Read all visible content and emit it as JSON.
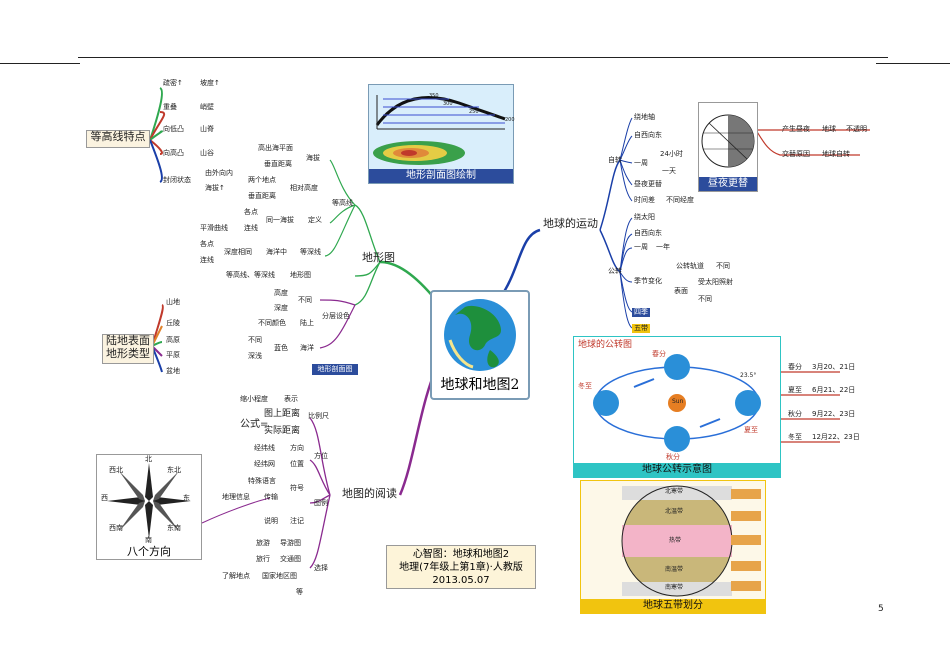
{
  "center": {
    "title": "地球和地图2"
  },
  "branches": {
    "contour": "地形图",
    "reading": "地图的阅读",
    "motion": "地球的运动"
  },
  "contour_features": {
    "title": "等高线特点",
    "items": [
      "疏密↑",
      "坡度↑",
      "重叠",
      "峭壁",
      "向低凸",
      "山脊",
      "向高凸",
      "山谷",
      "封闭状态",
      "由外向内",
      "海拔↑"
    ]
  },
  "landforms": {
    "title": "陆地表面地形类型",
    "items": [
      "山地",
      "丘陵",
      "高原",
      "平原",
      "盆地"
    ]
  },
  "compass": {
    "caption": "八个方向",
    "dirs": [
      "北",
      "东北",
      "东",
      "东南",
      "南",
      "西南",
      "西",
      "西北"
    ]
  },
  "terrain": {
    "contour_line": "等高线",
    "elevation": "海拔",
    "above_sea": "高出海平面",
    "vertical_distance": "垂直距离",
    "relative_height": "相对高度",
    "two_points": "两个地点",
    "vertical_distance2": "垂直距离",
    "definition": "定义",
    "same_elev": "同一海拔",
    "points": "各点",
    "line": "连线",
    "smooth_curve": "平滑曲线",
    "depth_same": "深度相同",
    "sea_level": "海洋中",
    "isobath": "等深线",
    "points2": "各点",
    "line2": "连线",
    "contour_map": "等高线、等深线",
    "topo_map": "地形图",
    "height": "高度",
    "depth": "深度",
    "different": "不同",
    "layer_color": "分层设色",
    "diff_color": "不同颜色",
    "land": "陆上",
    "different2": "不同",
    "blue": "蓝色",
    "ocean": "海洋",
    "depth2": "深浅",
    "section_caption": "地形剖面图"
  },
  "reading": {
    "scale": "比例尺",
    "shrink": "缩小程度",
    "indicate": "表示",
    "formula": "公式=",
    "map_dist": "图上距离",
    "real_dist": "实际距离",
    "direction": "方位",
    "longitude": "经纬线",
    "dir": "方向",
    "latlon": "经纬网",
    "pos": "位置",
    "legend": "图例",
    "special": "特殊语言",
    "symbol": "符号",
    "geo_info": "地理信息",
    "convey": "传输",
    "note": "注记",
    "explain": "说明",
    "select": "选择",
    "travel": "旅游",
    "guide": "导游图",
    "trip": "旅行",
    "traffic": "交通图",
    "understand": "了解地点",
    "country": "国家地区图",
    "etc": "等"
  },
  "motion": {
    "rotation": "自转",
    "axis": "绕地轴",
    "west_east": "自西向东",
    "cycle": "一周",
    "hours24": "24小时",
    "day": "一天",
    "day_night": "昼夜更替",
    "time_diff": "时间差",
    "diff_lon": "不同经度",
    "revolution": "公转",
    "around_sun": "绕太阳",
    "west_east2": "自西向东",
    "cycle2": "一周",
    "year": "一年",
    "orbit": "公转轨道",
    "not_same": "不同",
    "season": "季节变化",
    "surface": "表面",
    "sunlight": "受太阳照射",
    "not_same2": "不同",
    "four_seasons": "四季",
    "five_zones": "五带"
  },
  "daynight": {
    "caption": "昼夜更替",
    "row1": [
      "产生昼夜",
      "地球",
      "不透明"
    ],
    "row2": [
      "交替原因",
      "地球自转"
    ]
  },
  "section_chart": {
    "caption": "地形剖面图绘制",
    "ticks": [
      "350",
      "300",
      "250",
      "200"
    ]
  },
  "revolution_fig": {
    "title": "地球的公转图",
    "caption": "地球公转示意图",
    "labels": [
      "春分",
      "夏至",
      "秋分",
      "冬至",
      "Sun",
      "23.5°"
    ],
    "dates": [
      [
        "春分",
        "3月20、21日"
      ],
      [
        "夏至",
        "6月21、22日"
      ],
      [
        "秋分",
        "9月22、23日"
      ],
      [
        "冬至",
        "12月22、23日"
      ]
    ]
  },
  "zones_fig": {
    "caption": "地球五带划分",
    "zones": [
      "北寒带",
      "北温带",
      "热带",
      "南温带",
      "南寒带"
    ]
  },
  "note": {
    "line1": "心智图：地球和地图2",
    "line2": "地理(7年级上第1章)·人教版",
    "line3": "2013.05.07"
  },
  "page_number": "5",
  "colors": {
    "green": "#2fa84f",
    "blue": "#1a3fa8",
    "purple": "#8a2a8f",
    "red": "#c0392b",
    "orange": "#e0822a",
    "caption": "#2c4c9c"
  }
}
